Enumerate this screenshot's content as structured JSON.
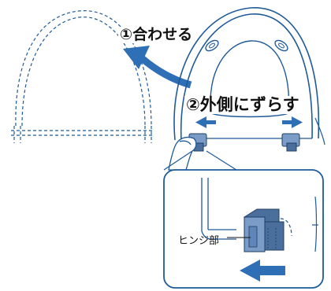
{
  "steps": {
    "step1": "①合わせる",
    "step2": "②外側にずらす"
  },
  "callout": {
    "hinge_label": "ヒンジ部"
  },
  "colors": {
    "accent": "#2f6fb5",
    "outline": "#1f5a99",
    "hinge_fill": "#7a9cc6",
    "hinge_dark": "#4b6f9c",
    "ink": "#111111"
  },
  "icons": [
    "curved-arrow-icon",
    "left-arrow-icon",
    "right-arrow-icon",
    "big-left-arrow-icon"
  ]
}
